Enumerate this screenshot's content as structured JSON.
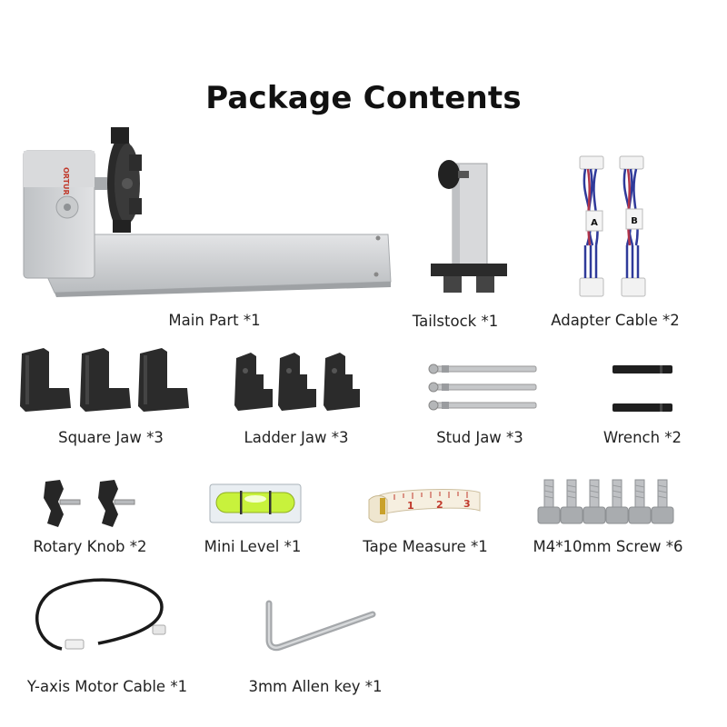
{
  "title": "Package Contents",
  "brand": "ORTUR",
  "items": [
    {
      "label": "Main Part *1"
    },
    {
      "label": "Tailstock *1"
    },
    {
      "label": "Adapter Cable *2",
      "tags": [
        "A",
        "B"
      ]
    },
    {
      "label": "Square Jaw *3"
    },
    {
      "label": "Ladder Jaw *3"
    },
    {
      "label": "Stud Jaw *3"
    },
    {
      "label": "Wrench *2"
    },
    {
      "label": "Rotary Knob *2"
    },
    {
      "label": "Mini Level *1"
    },
    {
      "label": "Tape Measure *1",
      "scale": [
        "1",
        "2",
        "3"
      ]
    },
    {
      "label": "M4*10mm Screw *6"
    },
    {
      "label": "Y-axis Motor Cable *1"
    },
    {
      "label": "3mm Allen key *1"
    }
  ],
  "colors": {
    "aluminum": "#cfd1d3",
    "jaw": "#2b2b2b",
    "level": "#c8f23c",
    "tape": "#f6efe0",
    "tape_mark": "#c0392b",
    "wire_blue": "#2f3a9a",
    "wire_red": "#b0344a",
    "wire_white": "#ededed"
  }
}
